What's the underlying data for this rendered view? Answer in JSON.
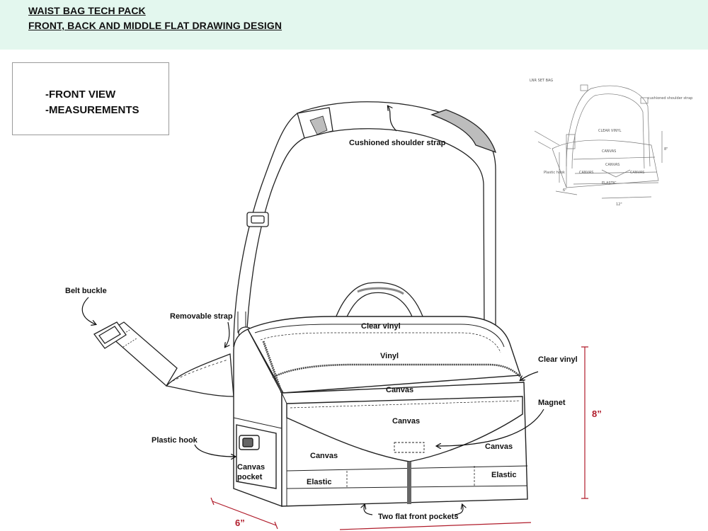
{
  "header": {
    "title": "WAIST BAG TECH PACK",
    "subtitle": "FRONT, BACK AND MIDDLE FLAT DRAWING DESIGN"
  },
  "view_box": {
    "line1": "-FRONT VIEW",
    "line2": "-MEASUREMENTS"
  },
  "labels": {
    "shoulder_strap": "Cushioned shoulder strap",
    "belt_buckle": "Belt buckle",
    "removable_strap": "Removable strap",
    "clear_vinyl_top": "Clear vinyl",
    "vinyl": "Vinyl",
    "clear_vinyl_side": "Clear vinyl",
    "canvas_upper": "Canvas",
    "magnet": "Magnet",
    "canvas_flap": "Canvas",
    "plastic_hook": "Plastic hook",
    "canvas_left": "Canvas",
    "canvas_right": "Canvas",
    "canvas_pocket_line1": "Canvas",
    "canvas_pocket_line2": "pocket",
    "elastic_left": "Elastic",
    "elastic_right": "Elastic",
    "front_pockets": "Two flat front pockets"
  },
  "dimensions": {
    "height": "8”",
    "depth": "6”"
  },
  "colors": {
    "header_bg": "#e3f7ee",
    "dimension_red": "#b01c2b"
  }
}
